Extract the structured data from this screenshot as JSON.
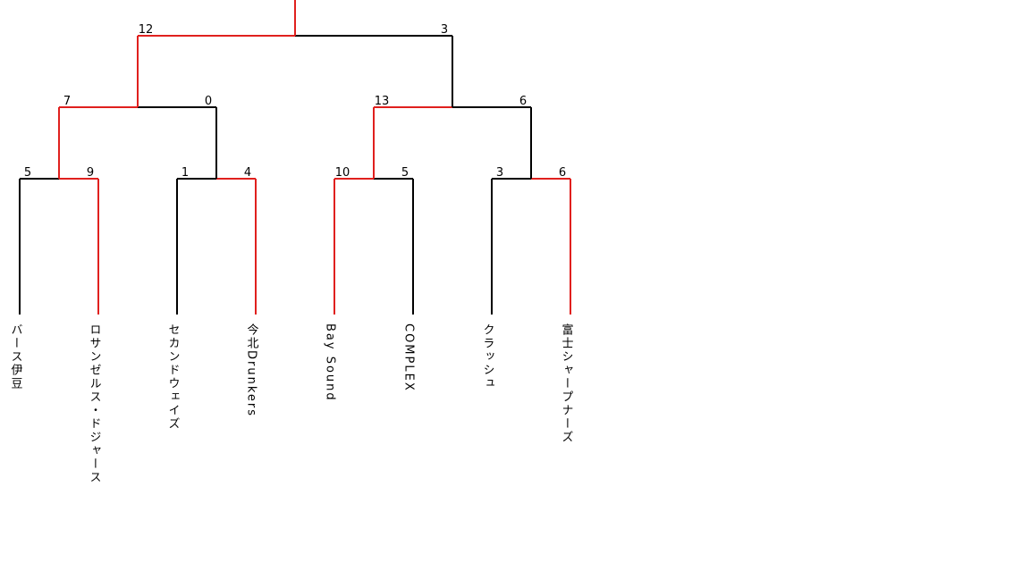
{
  "colors": {
    "winner": "#e0201e",
    "loser": "#000000"
  },
  "bracket": {
    "teams": [
      {
        "name": "バース伊豆"
      },
      {
        "name": "ロサンゼルス・ドジャース"
      },
      {
        "name": "セカンドウェイズ"
      },
      {
        "name": "今北Drunkers"
      },
      {
        "name": "Bay Sound"
      },
      {
        "name": "COMPLEX"
      },
      {
        "name": "クラッシュ"
      },
      {
        "name": "富士シャープナーズ"
      }
    ],
    "rounds": [
      [
        {
          "scores": [
            "5",
            "9"
          ],
          "winner": 1
        },
        {
          "scores": [
            "1",
            "4"
          ],
          "winner": 1
        },
        {
          "scores": [
            "10",
            "5"
          ],
          "winner": 0
        },
        {
          "scores": [
            "3",
            "6"
          ],
          "winner": 1
        }
      ],
      [
        {
          "scores": [
            "7",
            "0"
          ],
          "winner": 0
        },
        {
          "scores": [
            "13",
            "6"
          ],
          "winner": 0
        }
      ],
      [
        {
          "scores": [
            "12",
            "3"
          ],
          "winner": 0
        }
      ]
    ]
  }
}
